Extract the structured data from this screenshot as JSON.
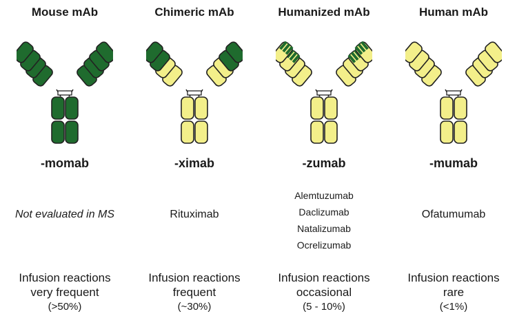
{
  "colors": {
    "mouse": "#1f6b2e",
    "human": "#f3ef8a",
    "outline": "#222222"
  },
  "columns": [
    {
      "title": "Mouse mAb",
      "suffix": "-momab",
      "drugs": [
        "Not evaluated in MS"
      ],
      "drugs_italic": true,
      "reaction": [
        "Infusion reactions",
        "very frequent",
        "(>50%)"
      ],
      "fab_style": "mouse",
      "fc_style": "mouse"
    },
    {
      "title": "Chimeric mAb",
      "suffix": "-ximab",
      "drugs": [
        "Rituximab"
      ],
      "drugs_italic": false,
      "reaction": [
        "Infusion reactions",
        "frequent",
        "(~30%)"
      ],
      "fab_style": "chimeric",
      "fc_style": "human"
    },
    {
      "title": "Humanized mAb",
      "suffix": "-zumab",
      "drugs": [
        "Alemtuzumab",
        "Daclizumab",
        "Natalizumab",
        "Ocrelizumab"
      ],
      "drugs_italic": false,
      "reaction": [
        "Infusion reactions",
        "occasional",
        "(5 - 10%)"
      ],
      "fab_style": "humanized",
      "fc_style": "human"
    },
    {
      "title": "Human mAb",
      "suffix": "-mumab",
      "drugs": [
        "Ofatumumab"
      ],
      "drugs_italic": false,
      "reaction": [
        "Infusion reactions",
        "rare",
        "(<1%)"
      ],
      "fab_style": "human",
      "fc_style": "human"
    }
  ]
}
